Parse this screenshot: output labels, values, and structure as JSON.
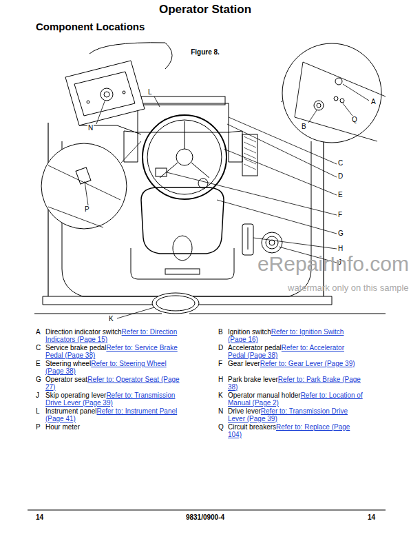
{
  "diagram": {
    "title": "Operator Station",
    "caption": "Figure 8.",
    "labels": [
      "Component Locations",
      "L",
      "N",
      "A",
      "B",
      "Q",
      "C",
      "D",
      "E",
      "F",
      "P",
      "G",
      "H",
      "J",
      "K",
      "A",
      "Direction indicator switch",
      "Refer to: Direction Indicators (Page 15)",
      "B",
      "Ignition switch",
      "Refer to: Ignition Switch (Page 16)",
      "C",
      "Service brake pedal",
      "Refer to: Service Brake Pedal (Page 38)",
      "D",
      "Accelerator pedal",
      "Refer to: Accelerator Pedal (Page 38)",
      "E",
      "Steering wheel",
      "Refer to: Steering Wheel (Page 38)",
      "F",
      "Gear lever",
      "Refer to: Gear Lever (Page 39)",
      "G",
      "Operator seat",
      "Refer to: Operator Seat (Page 27)",
      "H",
      "Park brake lever",
      "Refer to: Park Brake (Page 38)",
      "J",
      "Skip operating lever",
      "Refer to: Transmission Drive Lever (Page 39)",
      "K",
      "Operator manual holder",
      "Refer to: Location of Manual (Page 2)",
      "L",
      "Instrument panel",
      "Refer to: Instrument Panel (Page 41)",
      "N",
      "Drive lever",
      "Refer to: Transmission Drive Lever (Page 39)",
      "P",
      "Hour meter",
      "Q",
      "Circuit breakers",
      "Refer to: Replace (Page 104)",
      "14",
      "9831/0900-4",
      "14",
      "eRepairInfo.com",
      "watermark only on this sample"
    ]
  }
}
